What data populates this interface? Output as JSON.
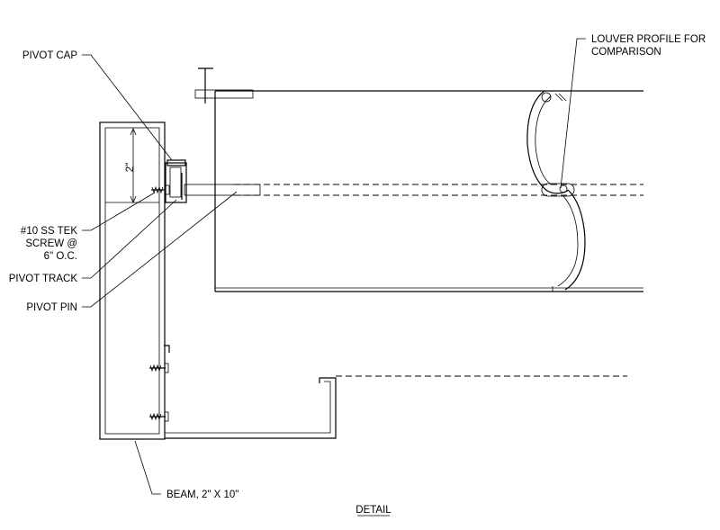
{
  "labels": {
    "louver_profile_1": "LOUVER PROFILE FOR",
    "louver_profile_2": "COMPARISON",
    "pivot_cap": "PIVOT CAP",
    "dimension": "2\"",
    "tek_screw_1": "#10 SS TEK",
    "tek_screw_2": "SCREW @",
    "tek_screw_3": "6\" O.C.",
    "pivot_track": "PIVOT TRACK",
    "pivot_pin": "PIVOT PIN",
    "beam": "BEAM, 2\" X 10\"",
    "detail": "DETAIL"
  }
}
